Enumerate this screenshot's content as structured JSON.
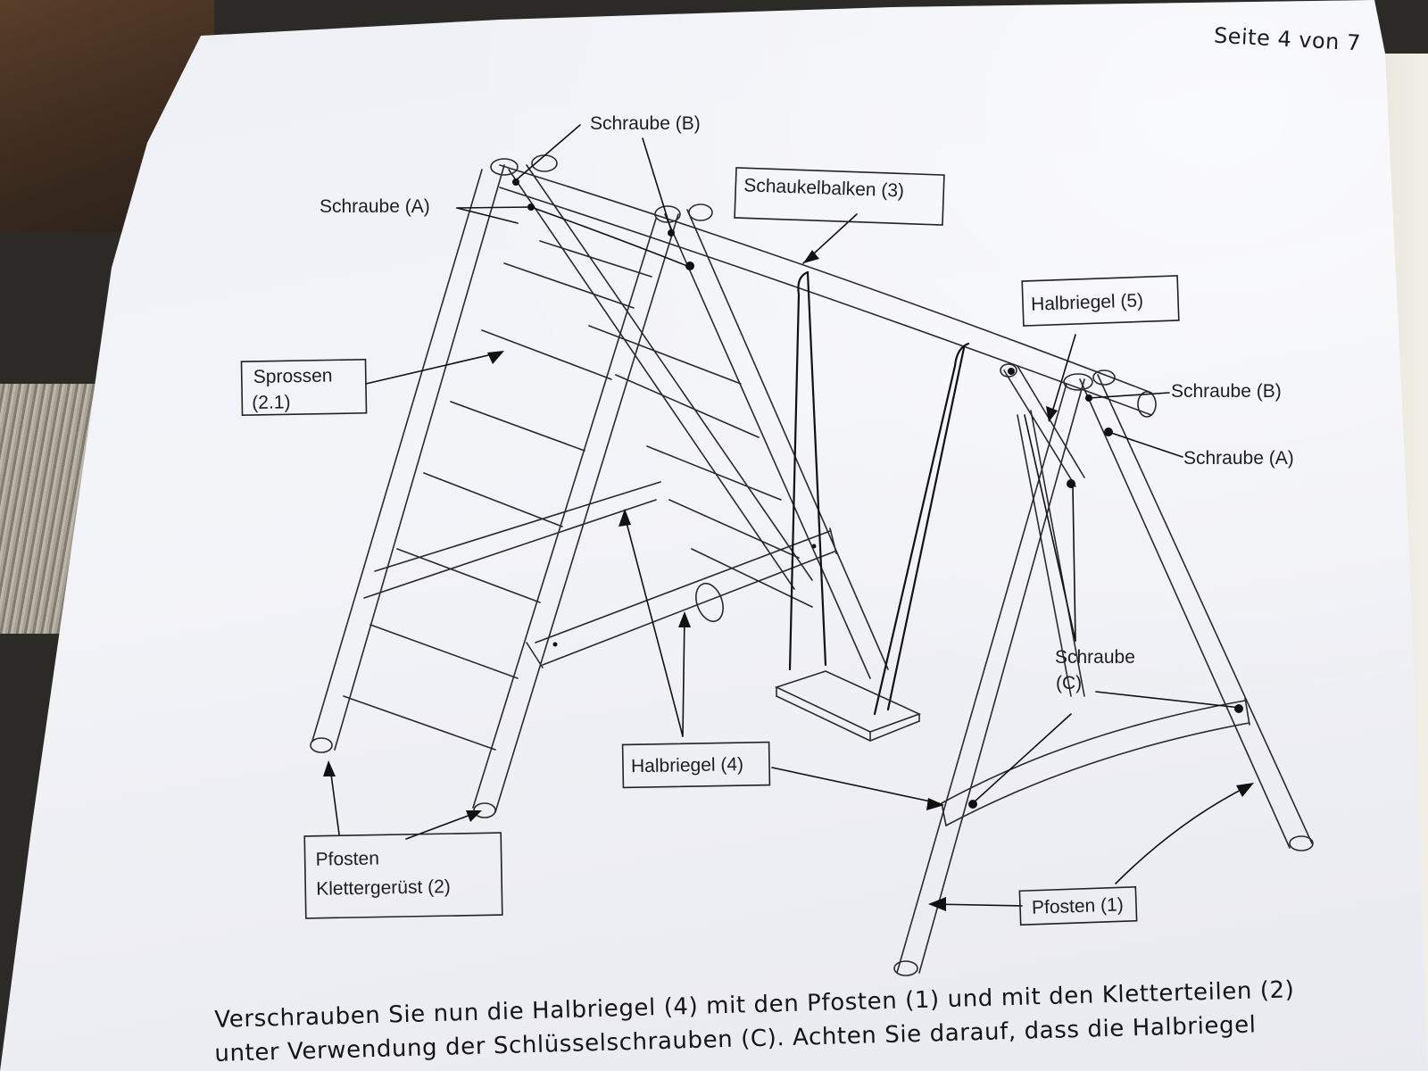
{
  "page": {
    "number": "Seite 4 von 7"
  },
  "labels": {
    "screw_b_top": "Schraube (B)",
    "screw_a_left": "Schraube (A)",
    "swing_beam": "Schaukelbalken (3)",
    "half_bar_5": "Halbriegel (5)",
    "screw_b_right": "Schraube (B)",
    "screw_a_right": "Schraube (A)",
    "rungs_line1": "Sprossen",
    "rungs_line2": "(2.1)",
    "screw_c_line1": "Schraube",
    "screw_c_line2": "(C)",
    "half_bar_4": "Halbriegel (4)",
    "posts_climb_line1": "Pfosten",
    "posts_climb_line2": "Klettergerüst (2)",
    "posts_1": "Pfosten (1)"
  },
  "instructions": {
    "line1": "Verschrauben Sie nun die Halbriegel (4) mit den Pfosten (1) und mit den Kletterteilen (2)",
    "line2": "unter Verwendung der Schlüsselschrauben (C). Achten Sie darauf, dass die Halbriegel"
  },
  "colors": {
    "ink": "#1e1e1e",
    "paper": "#eef0f6"
  }
}
